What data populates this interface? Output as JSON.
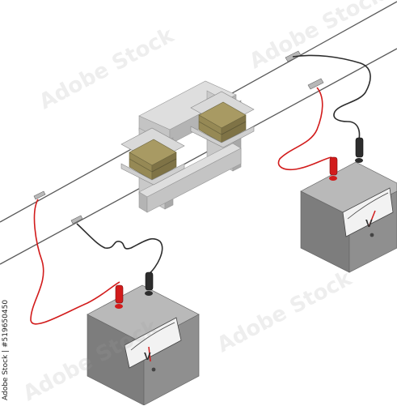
{
  "meter_left": {
    "unit_label": "V"
  },
  "meter_right": {
    "unit_label": "V"
  },
  "watermark": {
    "text": "Adobe Stock"
  },
  "stock_id": {
    "text": "Adobe Stock | #519650450"
  },
  "colors": {
    "core_front": "#c9c9c9",
    "core_top": "#dedede",
    "core_side": "#a9a9a9",
    "coil": "#a89a63",
    "coil_band": "#6e6740",
    "meter_front": "#8f8f8f",
    "meter_top": "#b9b9b9",
    "meter_side": "#777777",
    "probe_red": "#d21c1c",
    "probe_black": "#2d2d2d",
    "wire": "#555555"
  },
  "icons": [
    "transformer-core-icon",
    "voltmeter-icon",
    "alligator-clip-icon"
  ]
}
